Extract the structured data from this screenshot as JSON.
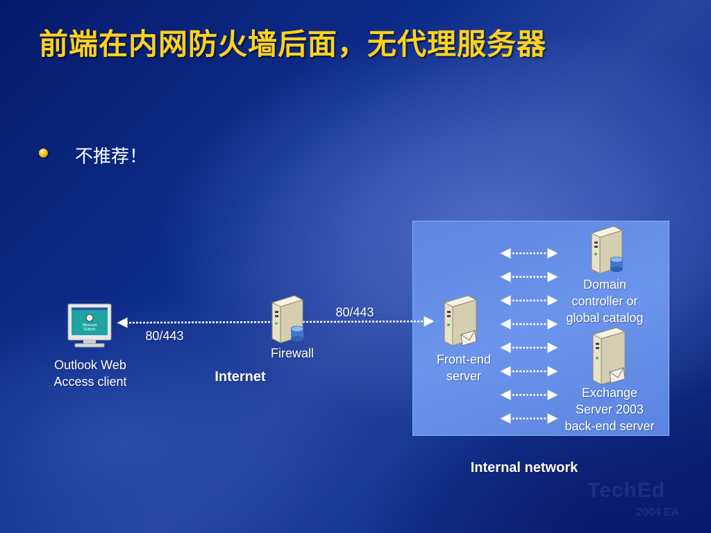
{
  "slide": {
    "title": "前端在内网防火墙后面，无代理服务器",
    "bullet": "不推荐！"
  },
  "diagram": {
    "client": {
      "label_line1": "Outlook Web",
      "label_line2": "Access client",
      "screen_text_line1": "Microsoft",
      "screen_text_line2": "Outlook"
    },
    "firewall": {
      "label": "Firewall"
    },
    "internet": {
      "label": "Internet"
    },
    "port_left": "80/443",
    "port_right": "80/443",
    "frontend": {
      "label_line1": "Front-end",
      "label_line2": "server"
    },
    "domain_controller": {
      "label_line1": "Domain",
      "label_line2": "controller or",
      "label_line3": "global catalog"
    },
    "exchange": {
      "label_line1": "Exchange",
      "label_line2": "Server 2003",
      "label_line3": "back-end server"
    },
    "internal_network": {
      "label": "Internal network"
    }
  },
  "watermark": {
    "line1": "TechEd",
    "line2": "2004 EA"
  },
  "colors": {
    "title": "#ffd21e",
    "internal_box": "#6b95ec",
    "text": "#ffffff"
  }
}
